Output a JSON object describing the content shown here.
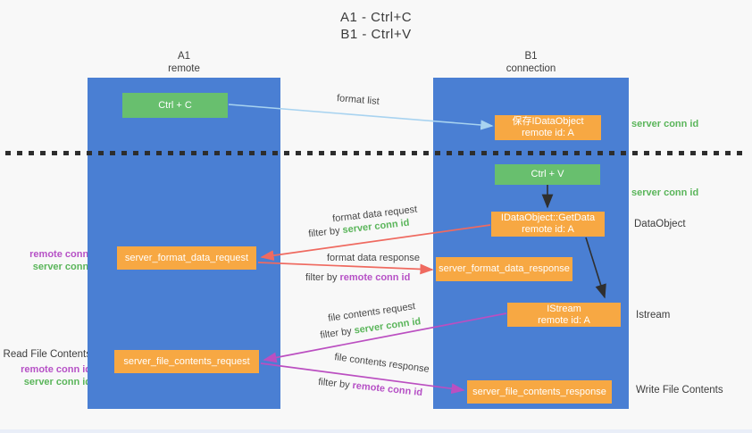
{
  "title": {
    "line1": "A1 - Ctrl+C",
    "line2": "B1 - Ctrl+V"
  },
  "lanes": {
    "a": {
      "name": "A1",
      "subtitle": "remote"
    },
    "b": {
      "name": "B1",
      "subtitle": "connection"
    }
  },
  "nodes": {
    "ctrl_c": {
      "label": "Ctrl + C"
    },
    "save_dataobject": {
      "line1": "保存IDataObject",
      "line2": "remote id: A"
    },
    "ctrl_v": {
      "label": "Ctrl + V"
    },
    "getdata": {
      "line1": "IDataObject::GetData",
      "line2": "remote id: A"
    },
    "format_request": {
      "label": "server_format_data_request"
    },
    "format_response": {
      "label": "server_format_data_response"
    },
    "istream": {
      "line1": "IStream",
      "line2": "remote id: A"
    },
    "file_request": {
      "label": "server_file_contents_request"
    },
    "file_response": {
      "label": "server_file_contents_response"
    }
  },
  "annotations": {
    "server_conn_id_top": "server conn id",
    "server_conn_id_mid": "server conn id",
    "dataobject": "DataObject",
    "istream": "Istream",
    "write_file_contents": "Write File Contents",
    "read_file_contents": "Read File Contents",
    "format_block": {
      "remote": "remote conn id",
      "server": "server conn id"
    },
    "file_block": {
      "remote": "remote conn id",
      "server": "server conn id"
    }
  },
  "edges": {
    "format_list": {
      "label": "format list"
    },
    "format_data_request": {
      "label": "format data request",
      "filter_prefix": "filter by",
      "filter_key": "server conn id"
    },
    "format_data_response": {
      "label": "format data response",
      "filter_prefix": "filter by",
      "filter_key": "remote conn id"
    },
    "file_contents_request": {
      "label": "file contents request",
      "filter_prefix": "filter by",
      "filter_key": "server conn id"
    },
    "file_contents_response": {
      "label": "file contents response",
      "filter_prefix": "filter by",
      "filter_key": "remote conn id"
    }
  },
  "colors": {
    "lane_blue": "#4a7fd3",
    "node_green": "#68bf6e",
    "node_orange": "#f7a843",
    "arrow_red": "#ef6a60",
    "arrow_magenta": "#bb4fc1",
    "arrow_light_blue": "#a8d3f0",
    "arrow_black": "#2f2f2f",
    "key_green": "#5ab55a",
    "key_purple": "#b651c6"
  }
}
